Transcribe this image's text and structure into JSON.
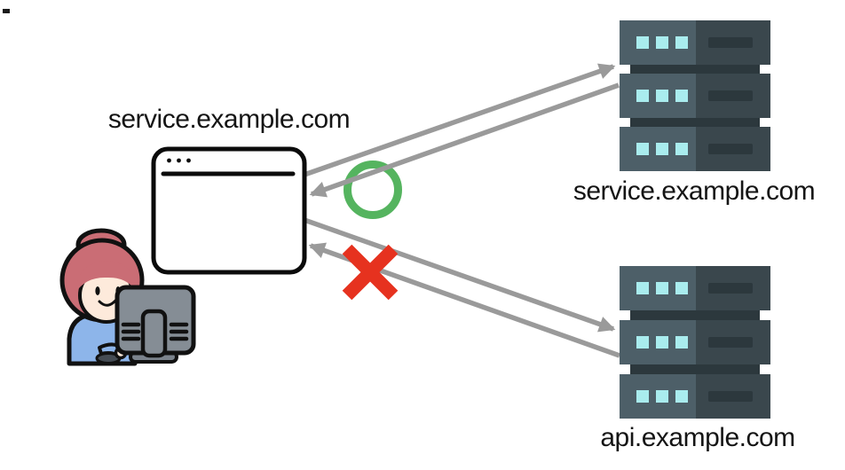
{
  "labels": {
    "browser_origin": "service.example.com",
    "same_origin_server": "service.example.com",
    "cross_origin_server": "api.example.com"
  },
  "icons": {
    "client": "person-at-computer-icon",
    "browser": "browser-window-icon",
    "same_origin_server": "server-stack-icon",
    "cross_origin_server": "server-stack-icon",
    "allowed": "green-circle-icon",
    "blocked": "red-x-icon",
    "arrows": "request-response-arrow-icon"
  },
  "colors": {
    "allowed_green": "#55b45f",
    "blocked_red": "#e6321f",
    "arrow_gray": "#9a9a9a",
    "server_panel_light": "#4d5f68",
    "server_panel_dark": "#3a474d",
    "server_slot_dark": "#2c383d",
    "server_led_cyan": "#a9ecee",
    "label_text": "#151515"
  }
}
